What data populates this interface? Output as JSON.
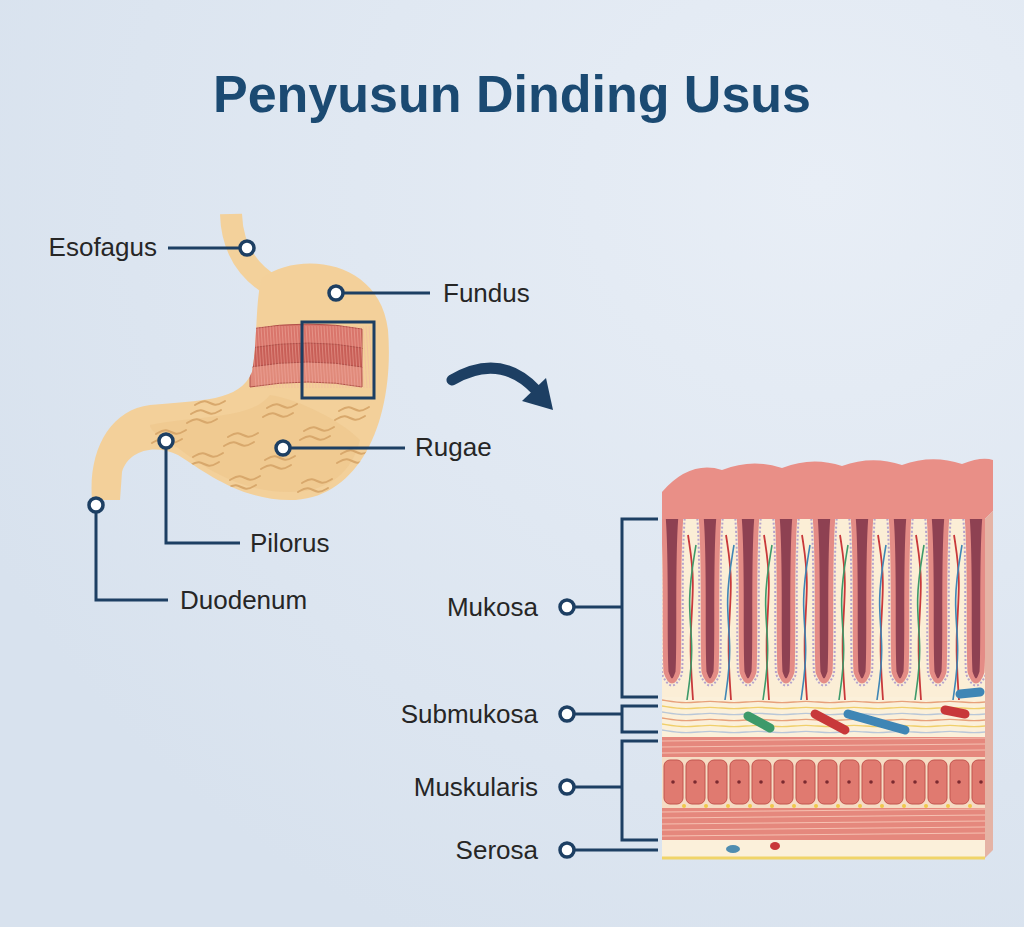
{
  "diagram": {
    "title": "Penyusun Dinding Usus",
    "labels": [
      "Esofagus",
      "Fundus",
      "Rugae",
      "Pilorus",
      "Duodenum",
      "Mukosa",
      "Submukosa",
      "Muskularis",
      "Serosa"
    ]
  }
}
